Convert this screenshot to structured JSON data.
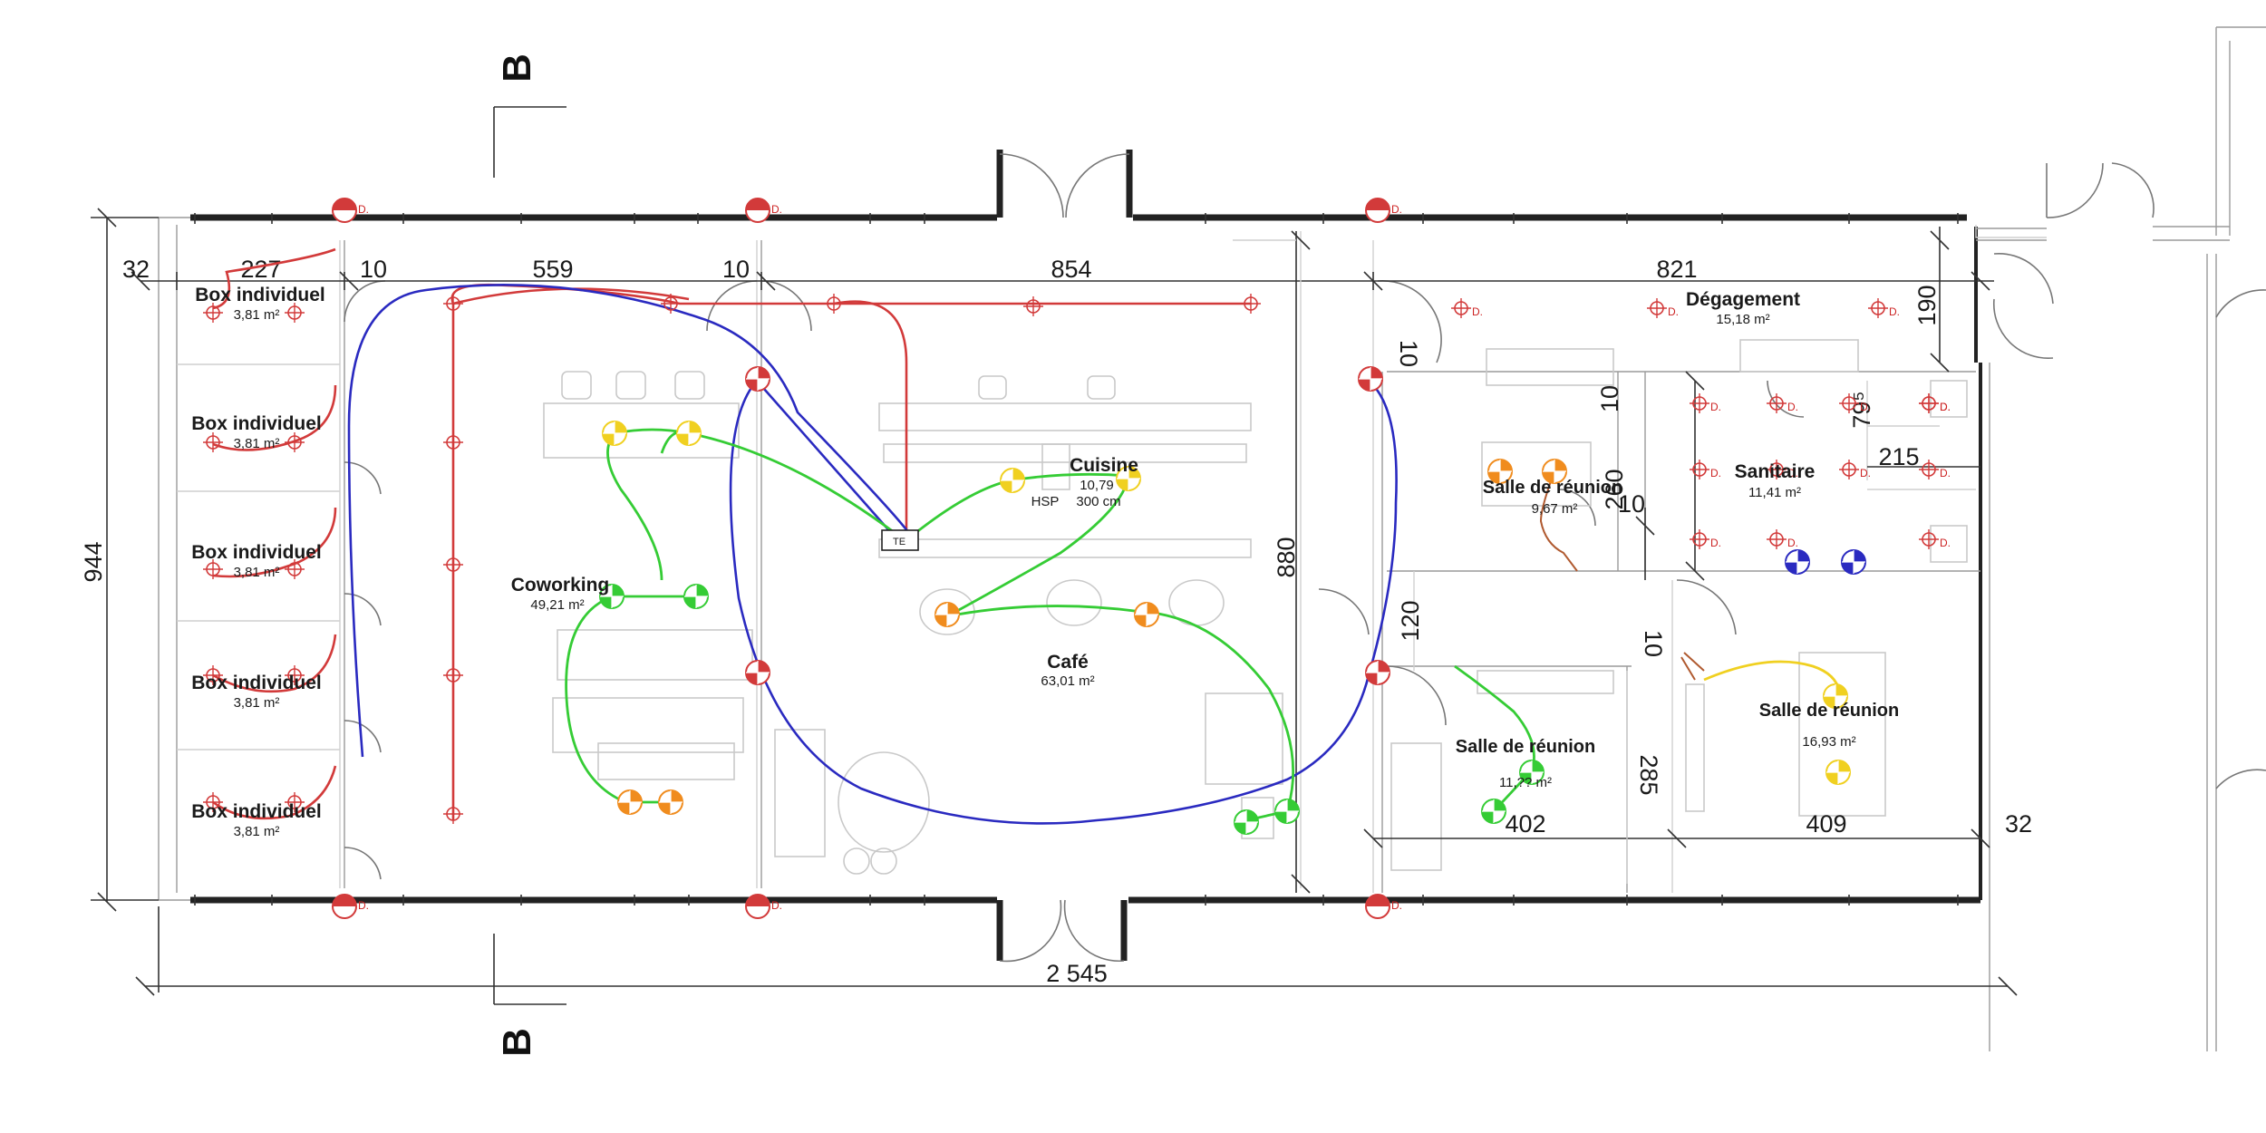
{
  "plan": {
    "section_marks": [
      "B",
      "B"
    ],
    "colors": {
      "red_circuit": "#d23a3a",
      "blue_circuit": "#2a2ac0",
      "green_circuit": "#35cc35",
      "yellow_circuit": "#f0d020",
      "orange_fixture": "#f08c1e",
      "walls": "#222222"
    }
  },
  "rooms": [
    {
      "name": "Box individuel",
      "area": "3,81 m²"
    },
    {
      "name": "Box individuel",
      "area": "3,81 m²"
    },
    {
      "name": "Box individuel",
      "area": "3,81 m²"
    },
    {
      "name": "Box individuel",
      "area": "3,81 m²"
    },
    {
      "name": "Box individuel",
      "area": "3,81 m²"
    },
    {
      "name": "Coworking",
      "area": "49,21 m²"
    },
    {
      "name": "Cuisine",
      "area": "10,79"
    },
    {
      "name": "Café",
      "area": "63,01 m²"
    },
    {
      "name": "Dégagement",
      "area": "15,18 m²"
    },
    {
      "name": "Salle de réunion",
      "area": "9,67 m²"
    },
    {
      "name": "Sanitaire",
      "area": "11,41 m²"
    },
    {
      "name": "Salle de réunion",
      "area": "11,?? m²"
    },
    {
      "name": "Salle de réunion",
      "area": "16,93 m²"
    }
  ],
  "kitchen_note": {
    "hsp_label": "HSP",
    "hsp_value": "300 cm"
  },
  "te_label": "TE",
  "fixture_label": "D.",
  "dimensions": {
    "top": [
      "32",
      "227",
      "10",
      "559",
      "10",
      "854",
      "821"
    ],
    "left": "944",
    "bottom": "2 545",
    "cafe_height": "880",
    "right_column": [
      "190",
      "10",
      "10",
      "79⁵",
      "215",
      "260",
      "10",
      "120",
      "10",
      "285"
    ],
    "lower_right": [
      "402",
      "409",
      "32"
    ]
  }
}
